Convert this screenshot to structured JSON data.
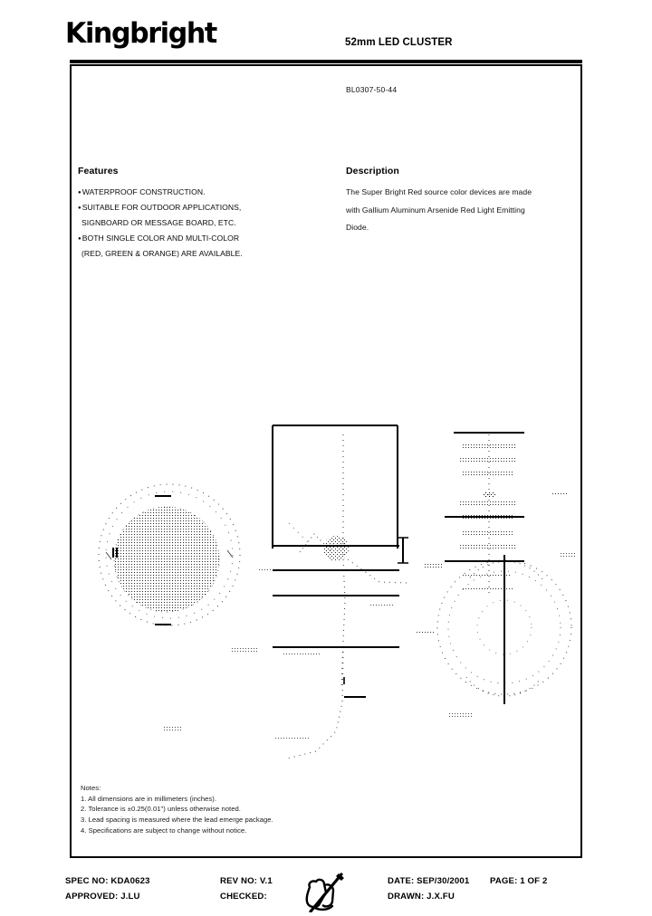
{
  "document": {
    "brand": "Kingbright",
    "header_title": "52mm LED CLUSTER",
    "part_number": "BL0307-50-44"
  },
  "features": {
    "heading": "Features",
    "items": [
      {
        "text": "WATERPROOF CONSTRUCTION.",
        "bullet": true
      },
      {
        "text": "SUITABLE FOR OUTDOOR APPLICATIONS,",
        "bullet": true
      },
      {
        "text": "SIGNBOARD OR MESSAGE BOARD, ETC.",
        "bullet": false
      },
      {
        "text": "BOTH SINGLE COLOR AND MULTI-COLOR",
        "bullet": true
      },
      {
        "text": "(RED, GREEN & ORANGE) ARE AVAILABLE.",
        "bullet": false
      }
    ]
  },
  "description": {
    "heading": "Description",
    "lines": [
      "The Super Bright Red source color devices are made",
      "with Gallium Aluminum Arsenide Red Light Emitting",
      "Diode."
    ]
  },
  "notes": {
    "title": "Notes:",
    "items": [
      "1. All dimensions are in millimeters (inches).",
      "2. Tolerance is ±0.25(0.01\") unless otherwise noted.",
      "3. Lead spacing is measured where the lead emerge package.",
      "4. Specifications are subject to change without notice."
    ]
  },
  "footer": {
    "spec_no": "SPEC NO: KDA0623",
    "approved": "APPROVED: J.LU",
    "rev_no": "REV NO: V.1",
    "checked": "CHECKED:",
    "date": "DATE: SEP/30/2001",
    "drawn": "DRAWN: J.X.FU",
    "page": "PAGE:  1 OF 2",
    "signature_icon": "hand-with-pen-icon"
  },
  "drawing": {
    "label": "52mm LED cluster mechanical outline drawing",
    "views": [
      "front-circular-led-array-view",
      "side-section-view",
      "detail-dimension-view",
      "rear-mounting-circular-view"
    ],
    "ink_color": "#000000"
  }
}
